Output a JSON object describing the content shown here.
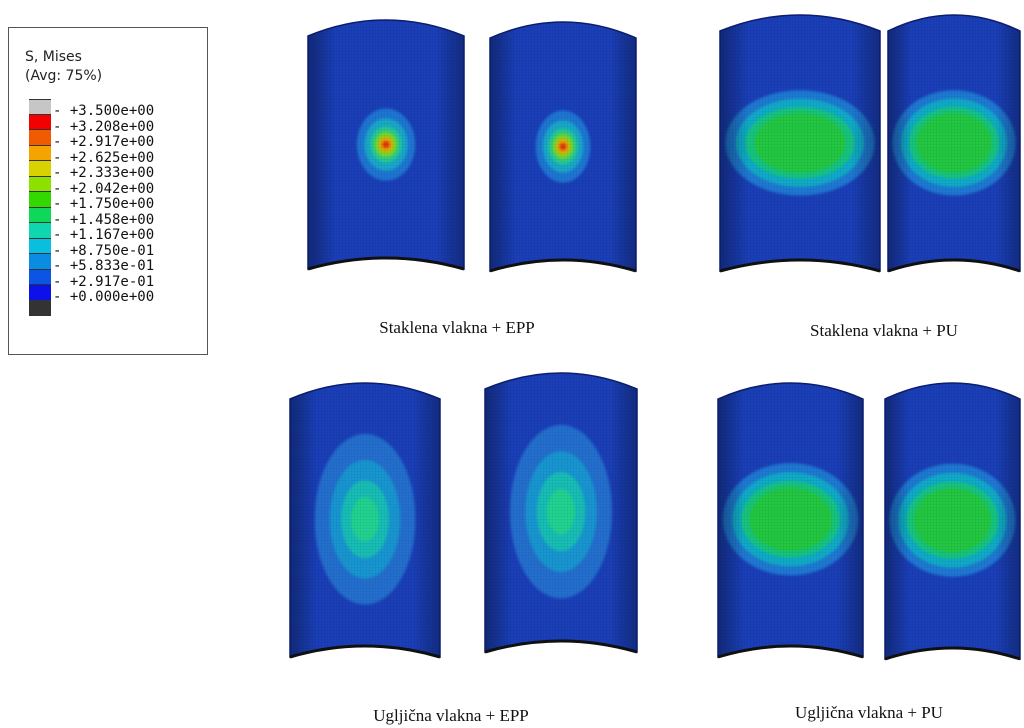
{
  "legend": {
    "title": "S, Mises",
    "subtitle": "(Avg: 75%)",
    "colors": [
      "#c6c6c6",
      "#f40000",
      "#f05a00",
      "#f5a300",
      "#d7d200",
      "#8ee000",
      "#33d800",
      "#0fd75a",
      "#10d6b0",
      "#09bfe0",
      "#0b8ce3",
      "#0c55e3",
      "#0c11e9",
      "#333333"
    ],
    "values": [
      "+3.500e+00",
      "+3.208e+00",
      "+2.917e+00",
      "+2.625e+00",
      "+2.333e+00",
      "+2.042e+00",
      "+1.750e+00",
      "+1.458e+00",
      "+1.167e+00",
      "+8.750e-01",
      "+5.833e-01",
      "+2.917e-01",
      "+0.000e+00"
    ]
  },
  "captions": {
    "glass_epp": "Staklena vlakna + EPP",
    "glass_pu": "Staklena vlakna + PU",
    "carbon_epp": "Ugljična vlakna + EPP",
    "carbon_pu": "Ugljična vlakna + PU"
  },
  "panels": [
    {
      "group": "glass_epp",
      "peak": "red"
    },
    {
      "group": "glass_epp",
      "peak": "red"
    },
    {
      "group": "glass_pu",
      "peak": "green"
    },
    {
      "group": "glass_pu",
      "peak": "green"
    },
    {
      "group": "carbon_epp",
      "peak": "cyan"
    },
    {
      "group": "carbon_epp",
      "peak": "cyan"
    },
    {
      "group": "carbon_pu",
      "peak": "green"
    },
    {
      "group": "carbon_pu",
      "peak": "green"
    }
  ]
}
